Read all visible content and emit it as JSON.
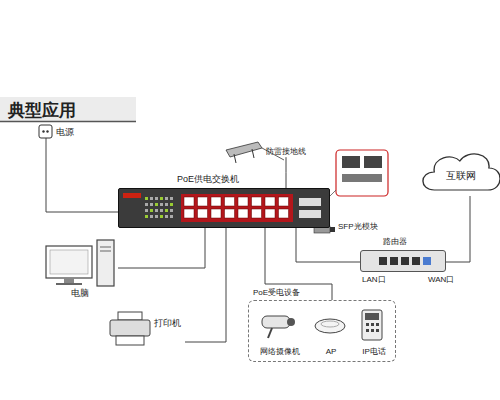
{
  "diagram": {
    "title": "典型应用",
    "nodes": [
      {
        "text": [
          "电源"
        ]
      },
      {
        "text": [
          "防雷接地线"
        ]
      },
      {
        "text": [
          "PoE供电交换机"
        ]
      },
      {
        "text": [
          "互联网"
        ]
      },
      {
        "text": [
          "路由器"
        ]
      },
      {
        "text": [
          "电脑"
        ]
      },
      {
        "text": [
          "打印机"
        ]
      },
      {
        "text": [
          "PoE受电设备"
        ]
      },
      {
        "text": [
          "网络摄像机"
        ],
        "in": 7
      },
      {
        "text": [
          "AP"
        ],
        "in": 7
      },
      {
        "text": [
          "IP电话"
        ],
        "in": 7
      }
    ],
    "edges": [
      {
        "from": 0,
        "to": 2,
        "arrow": "none"
      },
      {
        "from": 1,
        "to": 2,
        "arrow": "none"
      },
      {
        "from": 2,
        "to": 5,
        "arrow": "none"
      },
      {
        "from": 2,
        "to": 6,
        "arrow": "none"
      },
      {
        "from": 2,
        "to": 7,
        "arrow": "none"
      },
      {
        "from": 2,
        "to": 4,
        "arrow": "none"
      },
      {
        "from": 4,
        "to": 3,
        "arrow": "none"
      }
    ],
    "labels": [
      "SFP光模块",
      "LAN口",
      "WAN口"
    ]
  }
}
